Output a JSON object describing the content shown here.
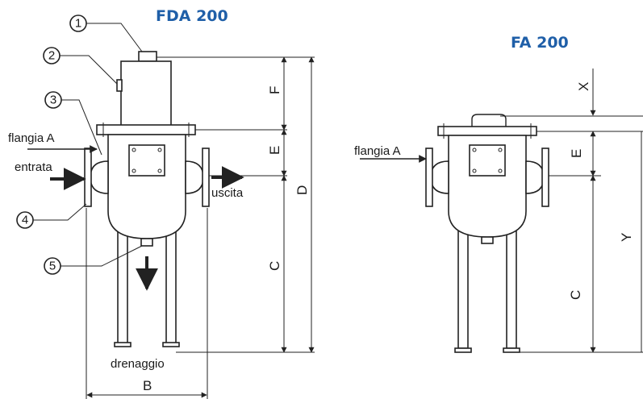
{
  "titles": {
    "left": "FDA 200",
    "right": "FA 200"
  },
  "left_view": {
    "callouts": [
      "1",
      "2",
      "3",
      "4",
      "5"
    ],
    "flange_label": "flangia A",
    "inlet_label": "entrata",
    "outlet_label": "uscita",
    "drain_label": "drenaggio",
    "dims": {
      "F": "F",
      "E": "E",
      "D": "D",
      "C": "C",
      "B": "B"
    }
  },
  "right_view": {
    "flange_label": "flangia A",
    "dims": {
      "X": "X",
      "E": "E",
      "Y": "Y",
      "C": "C"
    }
  },
  "colors": {
    "title": "#1f5fa8",
    "line": "#222222"
  }
}
